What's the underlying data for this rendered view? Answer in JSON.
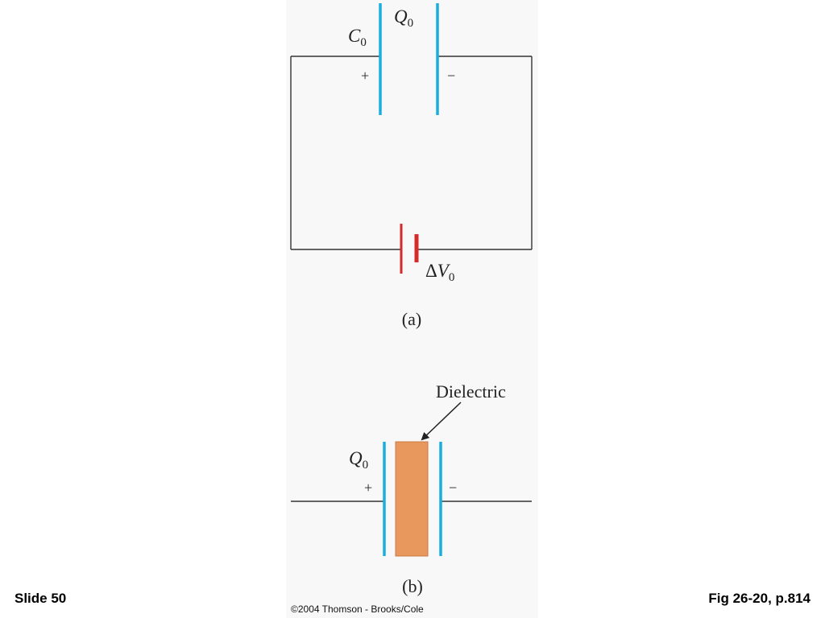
{
  "colors": {
    "plate": "#1aaee0",
    "battery": "#d42a2a",
    "dielectric_fill": "#e8975d",
    "dielectric_stroke": "#c97a44",
    "wire": "#333333"
  },
  "figure_a": {
    "capacitance_label": "C",
    "capacitance_subscript": "0",
    "charge_label": "Q",
    "charge_subscript": "0",
    "plus_sign": "+",
    "minus_sign": "−",
    "voltage_prefix": "Δ",
    "voltage_symbol": "V",
    "voltage_subscript": "0",
    "caption": "(a)"
  },
  "figure_b": {
    "charge_label": "Q",
    "charge_subscript": "0",
    "plus_sign": "+",
    "minus_sign": "−",
    "dielectric_label": "Dielectric",
    "caption": "(b)"
  },
  "footer": {
    "slide": "Slide 50",
    "copyright": "©2004 Thomson - Brooks/Cole",
    "figure_ref": "Fig 26-20, p.814"
  }
}
